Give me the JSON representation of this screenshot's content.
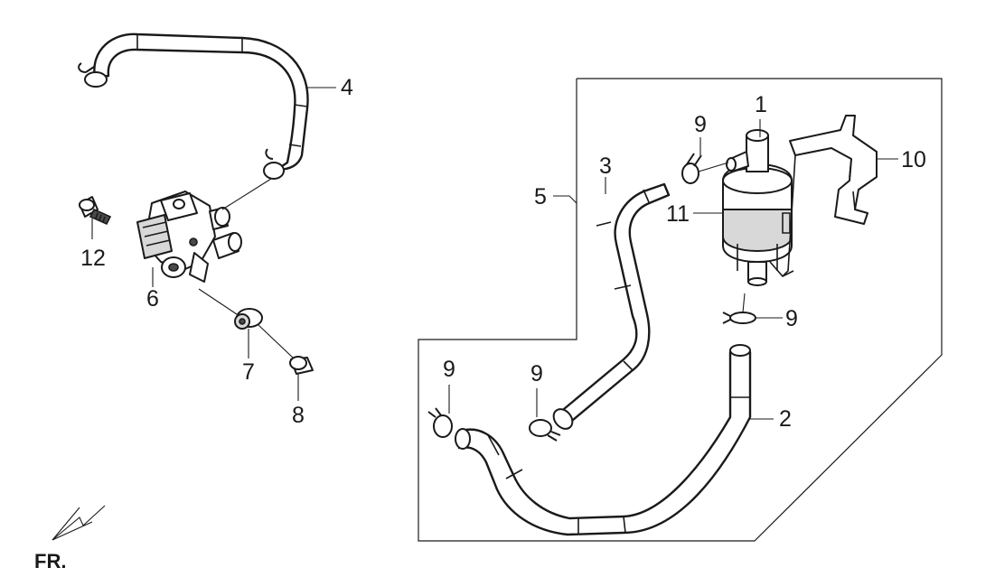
{
  "diagram": {
    "callouts": {
      "c1": "1",
      "c2": "2",
      "c3": "3",
      "c4": "4",
      "c5": "5",
      "c6": "6",
      "c7": "7",
      "c8": "8",
      "c9a": "9",
      "c9b": "9",
      "c9c": "9",
      "c9d": "9",
      "c10": "10",
      "c11": "11",
      "c12": "12"
    },
    "direction_label": "FR."
  }
}
